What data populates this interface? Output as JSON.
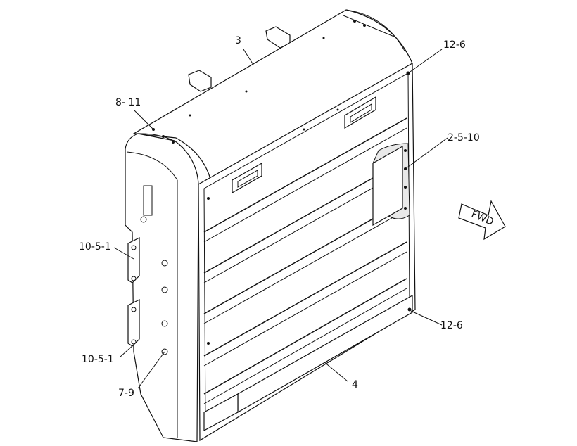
{
  "diagram": {
    "callouts": {
      "c3": "3",
      "c8_11": "8- 11",
      "c12_6_top": "12-6",
      "c2_5_10": "2-5-10",
      "c10_5_1_upper": "10-5-1",
      "c10_5_1_lower": "10-5-1",
      "c7_9": "7-9",
      "c4": "4",
      "c12_6_bottom": "12-6"
    },
    "direction_arrow": {
      "label": "FWD"
    }
  }
}
